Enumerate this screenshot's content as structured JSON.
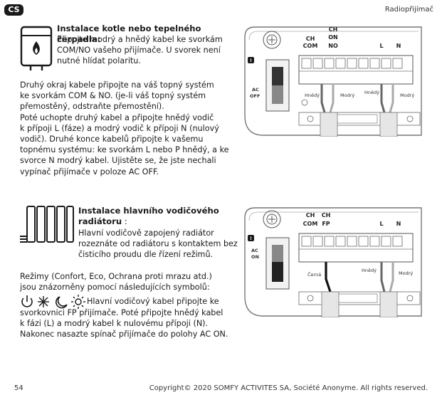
{
  "header": {
    "lang_badge": "CS",
    "title": "Radiopřijímač"
  },
  "section1": {
    "heading": "Instalace kotle nebo tepelného čerpadla:",
    "intro": [
      "Připojte modrý a hnědý kabel ke svorkám",
      "COM/NO vašeho přijímače. U svorek není",
      "nutné hlídat polaritu."
    ],
    "body": [
      "Druhý okraj kabele připojte na váš topný systém",
      "ke svorkám COM & NO. (je-li váš topný systém",
      "přemostěný, odstraňte přemostění).",
      "Poté uchopte druhý kabel a připojte hnědý vodič",
      "k přípoji L (fáze) a modrý vodič k přípoji N (nulový",
      "vodič). Druhé konce kabelů připojte k vašemu",
      "topnému systému: ke svorkám L nebo P hnědý, a ke",
      "svorce N modrý kabel. Ujistěte se, že jste nechali",
      "vypínač přijímače v poloze AC OFF."
    ],
    "diagram": {
      "ch_line1": "CH",
      "ch_com": "COM",
      "ch_on_line1": "CH",
      "ch_on_line2": "ON",
      "no_label": "NO",
      "l_label": "L",
      "n_label": "N",
      "ac_line1": "AC",
      "ac_line2": "OFF",
      "brown1": "Hnědý",
      "blue1": "Modrý",
      "brown2": "Hnědý",
      "blue2": "Modrý",
      "badge": "!"
    }
  },
  "section2": {
    "heading_line1": "Instalace hlavního vodičového",
    "heading_line2": "radiátoru",
    "heading_suffix": " :",
    "intro": [
      "Hlavní vodičově zapojený radiátor",
      "rozeznáte od radiátoru s kontaktem bez",
      "čisticího proudu dle řízení režimů."
    ],
    "body_top": [
      "Režimy (Confort, Eco, Ochrana proti mrazu atd.)",
      "jsou znázorněny pomocí následujících symbolů:"
    ],
    "symbols_text": "Hlavní vodičový kabel připojte ke",
    "body_bottom": [
      "svorkovnici FP přijímače. Poté připojte hnědý kabel",
      "k fázi (L) a modrý kabel k nulovému přípoji (N).",
      "Nakonec nasazte spínač přijímače do polohy AC ON."
    ],
    "diagram": {
      "ch1": "CH",
      "ch2": "CH",
      "com": "COM",
      "fp": "FP",
      "l_label": "L",
      "n_label": "N",
      "ac_line1": "AC",
      "ac_line2": "ON",
      "black": "Černá",
      "brown": "Hnědý",
      "blue": "Modrý",
      "badge": "!"
    }
  },
  "footer": {
    "page_number": "54",
    "copyright": "Copyright© 2020 SOMFY ACTIVITES SA, Société Anonyme. All rights reserved."
  }
}
